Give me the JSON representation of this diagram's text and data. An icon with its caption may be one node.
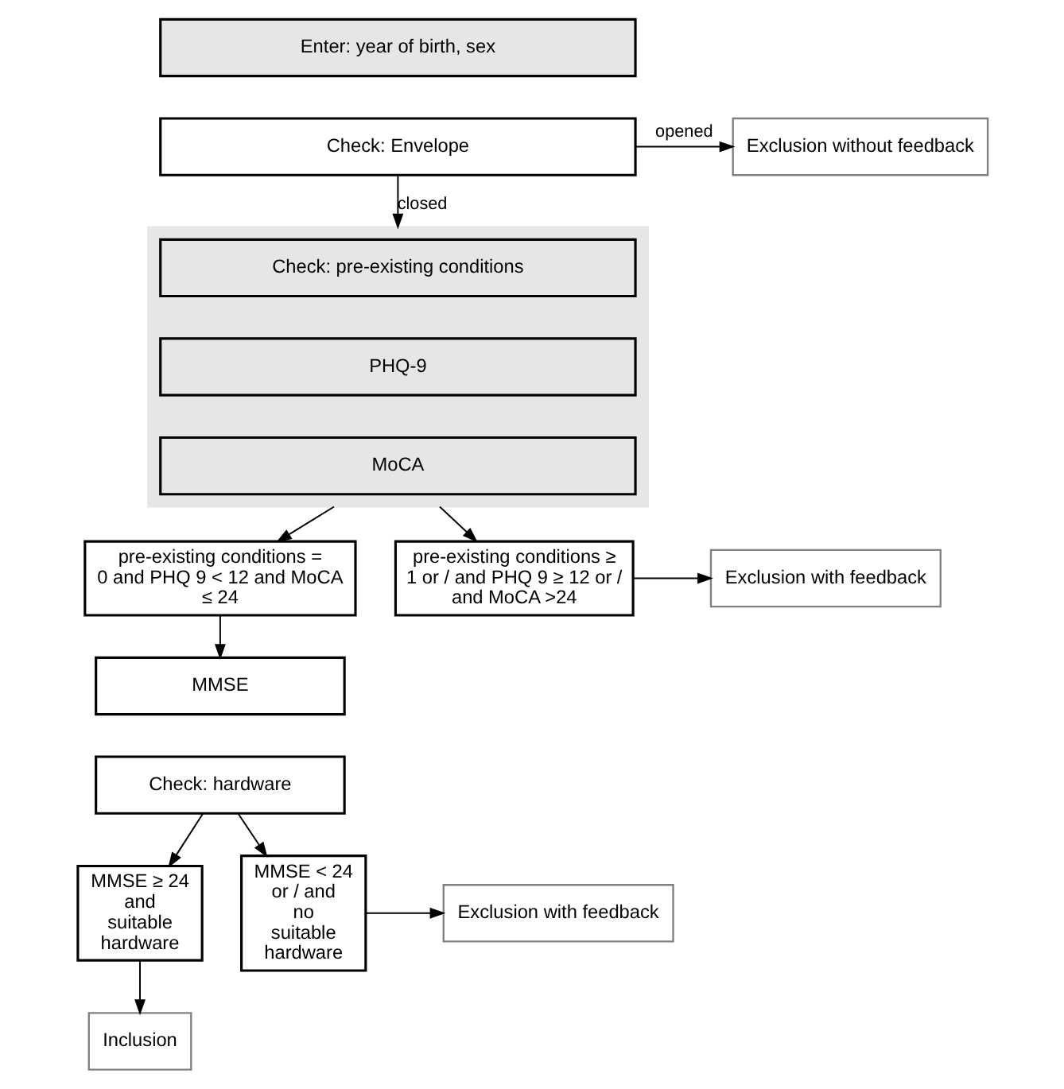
{
  "diagram": {
    "nodes": [
      {
        "text": [
          "Enter: year of birth, sex"
        ]
      },
      {
        "text": [
          "Check: Envelope"
        ]
      },
      {
        "text": [
          "Exclusion without feedback"
        ]
      },
      {
        "text": [],
        "shape": "box"
      },
      {
        "text": [
          "Check: pre-existing conditions"
        ],
        "in": 3
      },
      {
        "text": [
          "PHQ-9"
        ],
        "in": 3
      },
      {
        "text": [
          "MoCA"
        ],
        "in": 3
      },
      {
        "text": [
          "pre-existing conditions = 0 and PHQ 9 < 12 and MoCA ≤ 24"
        ]
      },
      {
        "text": [
          "pre-existing conditions ≥ 1 or / and PHQ 9 ≥ 12 or / and MoCA >24"
        ]
      },
      {
        "text": [
          "Exclusion with feedback"
        ]
      },
      {
        "text": [
          "MMSE"
        ]
      },
      {
        "text": [
          "Check: hardware"
        ]
      },
      {
        "text": [
          "MMSE ≥ 24 and suitable hardware"
        ]
      },
      {
        "text": [
          "MMSE < 24 or / and no suitable hardware"
        ]
      },
      {
        "text": [
          "Inclusion"
        ]
      },
      {
        "text": [
          "Exclusion with feedback"
        ]
      }
    ],
    "edges": [
      {
        "from": 1,
        "to": 2,
        "arrow": "to",
        "label": "opened"
      },
      {
        "from": 1,
        "to": 3,
        "arrow": "to",
        "label": "closed"
      },
      {
        "from": 3,
        "to": 7,
        "arrow": "to"
      },
      {
        "from": 3,
        "to": 8,
        "arrow": "to"
      },
      {
        "from": 8,
        "to": 9,
        "arrow": "to"
      },
      {
        "from": 7,
        "to": 10,
        "arrow": "to"
      },
      {
        "from": 11,
        "to": 12,
        "arrow": "to"
      },
      {
        "from": 11,
        "to": 13,
        "arrow": "to"
      },
      {
        "from": 12,
        "to": 14,
        "arrow": "to"
      },
      {
        "from": 13,
        "to": 15,
        "arrow": "to"
      }
    ]
  }
}
